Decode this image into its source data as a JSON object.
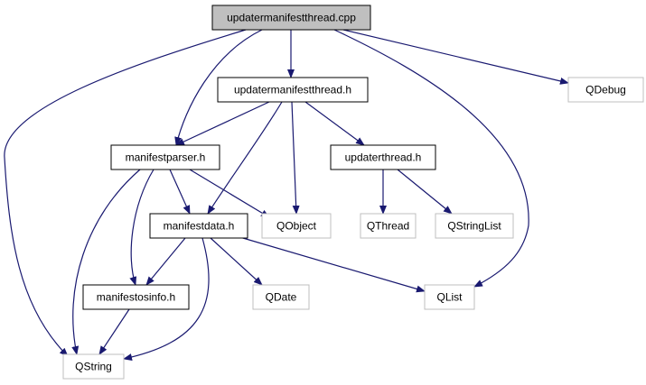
{
  "diagram": {
    "colors": {
      "edge": "#191970",
      "root_fill": "#bfbfbf",
      "node_border": "#000000",
      "external_border": "#bfbfbf",
      "fill": "#ffffff"
    },
    "nodes": [
      {
        "id": "root",
        "label": "updatermanifestthread.cpp",
        "kind": "root"
      },
      {
        "id": "umt_h",
        "label": "updatermanifestthread.h",
        "kind": "header"
      },
      {
        "id": "qdebug",
        "label": "QDebug",
        "kind": "external"
      },
      {
        "id": "manifestparser_h",
        "label": "manifestparser.h",
        "kind": "header"
      },
      {
        "id": "updaterthread_h",
        "label": "updaterthread.h",
        "kind": "header"
      },
      {
        "id": "manifestdata_h",
        "label": "manifestdata.h",
        "kind": "header"
      },
      {
        "id": "qobject",
        "label": "QObject",
        "kind": "external"
      },
      {
        "id": "qthread",
        "label": "QThread",
        "kind": "external"
      },
      {
        "id": "qstringlist",
        "label": "QStringList",
        "kind": "external"
      },
      {
        "id": "manifestosinfo_h",
        "label": "manifestosinfo.h",
        "kind": "header"
      },
      {
        "id": "qdate",
        "label": "QDate",
        "kind": "external"
      },
      {
        "id": "qlist",
        "label": "QList",
        "kind": "external"
      },
      {
        "id": "qstring",
        "label": "QString",
        "kind": "external"
      }
    ],
    "edges": [
      [
        "root",
        "umt_h"
      ],
      [
        "root",
        "qdebug"
      ],
      [
        "root",
        "manifestparser_h"
      ],
      [
        "root",
        "qlist"
      ],
      [
        "root",
        "qstring"
      ],
      [
        "umt_h",
        "manifestparser_h"
      ],
      [
        "umt_h",
        "manifestdata_h"
      ],
      [
        "umt_h",
        "qobject"
      ],
      [
        "umt_h",
        "updaterthread_h"
      ],
      [
        "manifestparser_h",
        "manifestdata_h"
      ],
      [
        "manifestparser_h",
        "qobject"
      ],
      [
        "manifestparser_h",
        "manifestosinfo_h"
      ],
      [
        "manifestparser_h",
        "qstring"
      ],
      [
        "updaterthread_h",
        "qthread"
      ],
      [
        "updaterthread_h",
        "qstringlist"
      ],
      [
        "manifestdata_h",
        "manifestosinfo_h"
      ],
      [
        "manifestdata_h",
        "qdate"
      ],
      [
        "manifestdata_h",
        "qlist"
      ],
      [
        "manifestdata_h",
        "qstring"
      ],
      [
        "manifestosinfo_h",
        "qstring"
      ]
    ]
  }
}
